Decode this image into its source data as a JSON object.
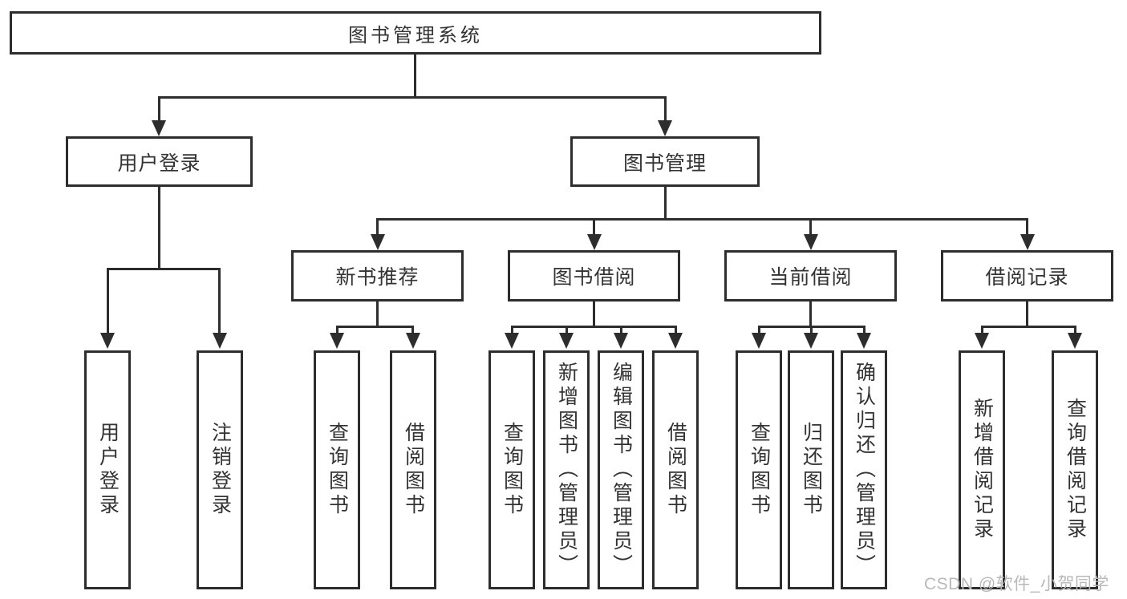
{
  "diagram": {
    "root": {
      "label": "图书管理系统"
    },
    "level2": [
      {
        "label": "用户登录"
      },
      {
        "label": "图书管理"
      }
    ],
    "level3": [
      {
        "label": "新书推荐"
      },
      {
        "label": "图书借阅"
      },
      {
        "label": "当前借阅"
      },
      {
        "label": "借阅记录"
      }
    ],
    "leaves": [
      {
        "label": "用户登录"
      },
      {
        "label": "注销登录"
      },
      {
        "label": "查询图书"
      },
      {
        "label": "借阅图书"
      },
      {
        "label": "查询图书"
      },
      {
        "label": "新增图书（管理员）"
      },
      {
        "label": "编辑图书（管理员）"
      },
      {
        "label": "借阅图书"
      },
      {
        "label": "查询图书"
      },
      {
        "label": "归还图书"
      },
      {
        "label": "确认归还（管理员）"
      },
      {
        "label": "新增借阅记录"
      },
      {
        "label": "查询借阅记录"
      }
    ]
  },
  "watermark": {
    "text": "CSDN @软件_小贺同学"
  },
  "colors": {
    "line": "#2d2d2d",
    "box_border": "#2d2d2d",
    "text": "#333333",
    "watermark": "#b9b9b9",
    "background": "#ffffff"
  }
}
